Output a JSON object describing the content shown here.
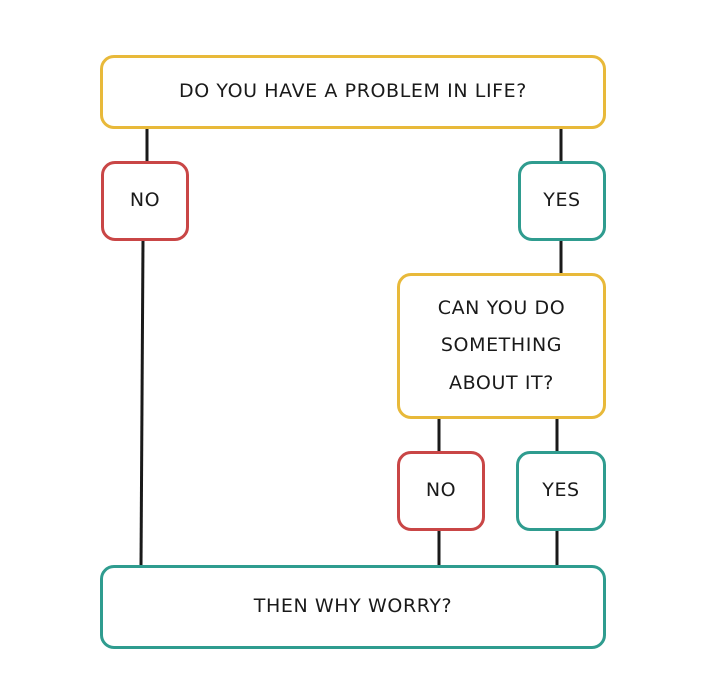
{
  "flowchart": {
    "question_1": "DO YOU HAVE A PROBLEM IN LIFE?",
    "answer_1_no": "NO",
    "answer_1_yes": "YES",
    "question_2": {
      "line_1": "CAN YOU DO",
      "line_2": "SOMETHING",
      "line_3": "ABOUT IT?"
    },
    "answer_2_no": "NO",
    "answer_2_yes": "YES",
    "conclusion": "THEN WHY WORRY?"
  },
  "colors": {
    "question_border": "#e8b93a",
    "no_border": "#c94646",
    "yes_border": "#2f9c8f",
    "conclusion_border": "#2f9c8f",
    "connector": "#1a1a1a"
  }
}
